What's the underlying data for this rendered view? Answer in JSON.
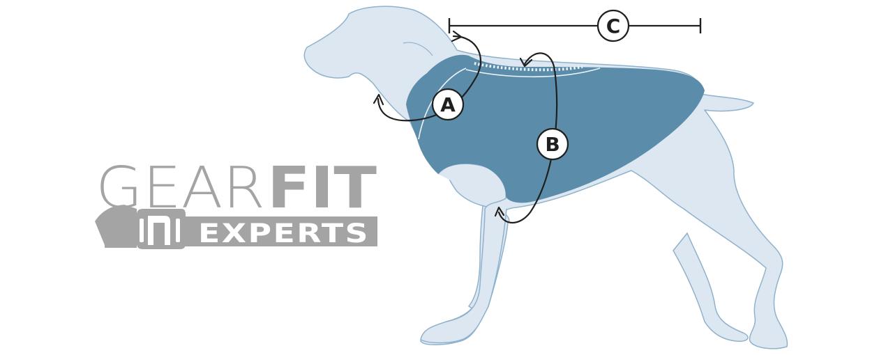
{
  "logo": {
    "word1": "GEAR",
    "word2": "FIT",
    "word3": "EXPERTS"
  },
  "markers": {
    "a": "A",
    "b": "B",
    "c": "C"
  },
  "colors": {
    "dog_body": "#dde7f1",
    "dog_outline": "#8fb2cc",
    "jacket": "#5b8dab",
    "jacket_stitch": "#eef4f9",
    "measure_line": "#1f1f1f",
    "logo_gray": "#a4a4a4"
  }
}
